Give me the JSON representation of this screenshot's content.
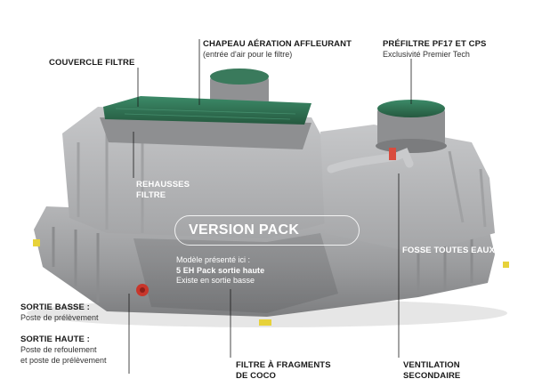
{
  "labels": {
    "couvercle": "COUVERCLE FILTRE",
    "chapeau_title": "CHAPEAU AÉRATION AFFLEURANT",
    "chapeau_sub": "(entrée d'air pour le filtre)",
    "prefiltre_title": "PRÉFILTRE PF17 ET CPS",
    "prefiltre_sub": "Exclusivité Premier Tech",
    "rehausses_line1": "REHAUSSES",
    "rehausses_line2": "FILTRE",
    "fosse": "FOSSE TOUTES EAUX",
    "sortie_basse_title": "SORTIE BASSE :",
    "sortie_basse_sub": "Poste de prélèvement",
    "sortie_haute_title": "SORTIE HAUTE :",
    "sortie_haute_sub1": "Poste de refoulement",
    "sortie_haute_sub2": "et poste de prélèvement",
    "filtre_line1": "FILTRE À FRAGMENTS",
    "filtre_line2": "DE COCO",
    "ventilation_line1": "VENTILATION",
    "ventilation_line2": "SECONDAIRE"
  },
  "pack": {
    "title": "VERSION PACK",
    "line1": "Modèle présenté ici :",
    "line2": "5 EH Pack sortie haute",
    "line3": "Existe en sortie basse"
  },
  "colors": {
    "tank_gray": "#9a9b9d",
    "lid_green": "#2f6f54",
    "text_dark": "#1a1a1a",
    "leader_line": "#1a1a1a"
  }
}
